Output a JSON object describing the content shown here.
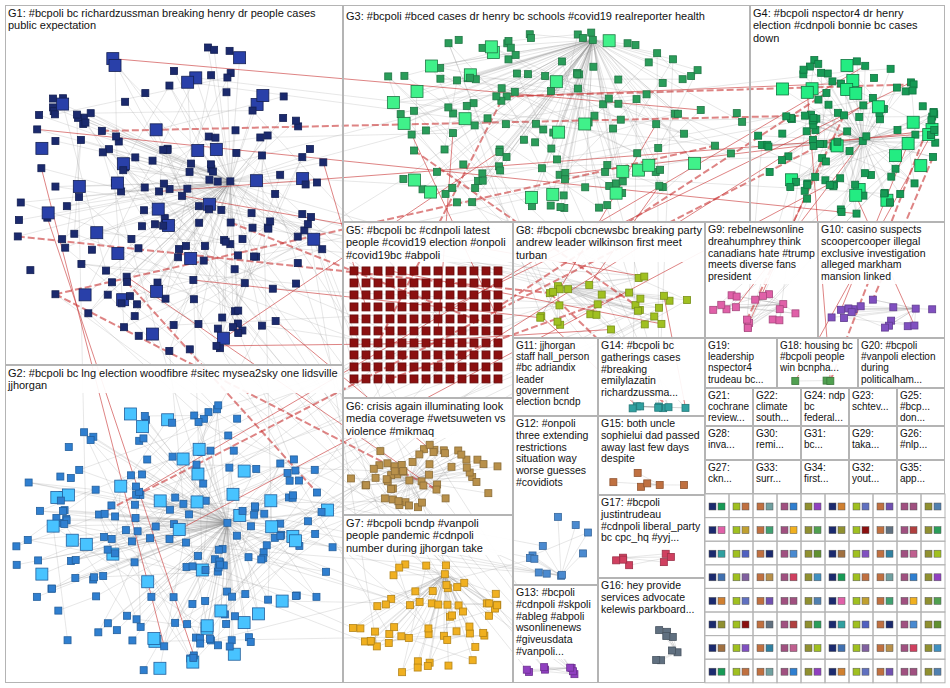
{
  "diagram": {
    "nodes": [
      {
        "text": [
          "G1: #bcpoli bc richardzussman breaking henry dr people cases public expectation"
        ]
      },
      {
        "text": [
          "G2: #bcpoli bc lng election woodfibre #sitec mysea2sky one lidsville jjhorgan"
        ]
      },
      {
        "text": [
          "G3: #bcpoli #bced cases dr henry bc schools #covid19 realreporter health"
        ]
      },
      {
        "text": [
          "G4: #bcpoli nspector4 dr henry election #cdnpoli bonnie bc cases down"
        ]
      },
      {
        "text": [
          "G5: #bcpoli bc #cdnpoli latest people #covid19 election #onpoli #covid19bc #abpoli"
        ]
      },
      {
        "text": [
          "G6: crisis again illuminating look media coverage #wetsuweten vs violence #mikmaq"
        ]
      },
      {
        "text": [
          "G7: #bcpoli bcndp #vanpoli people pandemic #cdnpoli number during jjhorgan take"
        ]
      },
      {
        "text": [
          "G8: #bcpoli cbcnewsbc breaking party andrew leader wilkinson first meet turban"
        ]
      },
      {
        "text": [
          "G9: rebelnewsonline dreahumphrey think canadians hate #trump meets diverse fans president"
        ]
      },
      {
        "text": [
          "G10: casino suspects scoopercooper illegal exclusive investigation alleged markham mansion linked"
        ]
      },
      {
        "text": [
          "G11: jjhorgan staff hall_person #bc adriandix leader government election bcndp"
        ]
      },
      {
        "text": [
          "G12: #onpoli three extending restrictions situation way worse guesses #covidiots"
        ]
      },
      {
        "text": [
          "G13: #bcpoli #cdnpoli #skpoli #ableg #abpoli wsonlinenews #giveusdata #vanpoli..."
        ]
      },
      {
        "text": [
          "G14: #bcpoli bc gatherings cases #breaking emilylazatin richardzussma..."
        ]
      },
      {
        "text": [
          "G15: both uncle sophielui dad passed away last few days despite"
        ]
      },
      {
        "text": [
          "G16: hey provide services advocate kelewis parkboard..."
        ]
      },
      {
        "text": [
          "G17: #bcpoli justintrudeau #cdnpoli liberal_party bc cpc_hq #yyj..."
        ]
      },
      {
        "text": [
          "G18: housing bc #bcpoli people win bcnpha..."
        ]
      },
      {
        "text": [
          "G19: leadership nspector4 trudeau bc..."
        ]
      },
      {
        "text": [
          "G20: #bcpoli #vanpoli election during politicalham..."
        ]
      },
      {
        "text": [
          "G21: cochrane review..."
        ]
      },
      {
        "text": [
          "G22: climate south..."
        ]
      },
      {
        "text": [
          "G23: schtev..."
        ]
      },
      {
        "text": [
          "G24: ndp bc federal..."
        ]
      },
      {
        "text": [
          "G25: #bcp... don..."
        ]
      },
      {
        "text": [
          "G26: #nlp..."
        ]
      },
      {
        "text": [
          "G27: ckn..."
        ]
      },
      {
        "text": [
          "G28: inva..."
        ]
      },
      {
        "text": [
          "G29: taka..."
        ]
      },
      {
        "text": [
          "G30: remi..."
        ]
      },
      {
        "text": [
          "G31: bc..."
        ]
      },
      {
        "text": [
          "G32: yout..."
        ]
      },
      {
        "text": [
          "G33: surr..."
        ]
      },
      {
        "text": [
          "G34: first..."
        ]
      },
      {
        "text": [
          "G35: app..."
        ]
      }
    ]
  }
}
